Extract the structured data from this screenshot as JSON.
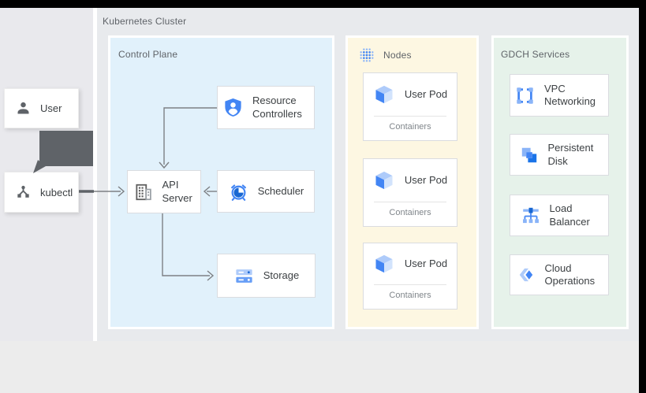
{
  "colors": {
    "frame": "#000000",
    "left_column_bg": "#e9e9ed",
    "cluster_bg": "#e8eaed",
    "control_plane_bg": "#e1f1fb",
    "nodes_bg": "#fdf7e2",
    "gdch_bg": "#e6f2ea",
    "footer_bg": "#ececec",
    "accent_blue": "#4285f4",
    "arrow_gray": "#7d8084",
    "thick_arrow_gray": "#5f6368"
  },
  "external": {
    "user": {
      "label": "User",
      "icon": "person-icon"
    },
    "kubectl": {
      "label": "kubectl",
      "icon": "fork-nodes-icon"
    }
  },
  "cluster": {
    "title": "Kubernetes Cluster",
    "control_plane": {
      "title": "Control Plane",
      "resource_controllers": {
        "label": "Resource Controllers",
        "icon": "shield-person-icon"
      },
      "api_server": {
        "label": "API Server",
        "icon": "building-icon"
      },
      "scheduler": {
        "label": "Scheduler",
        "icon": "alarm-clock-icon"
      },
      "storage": {
        "label": "Storage",
        "icon": "stacked-disks-icon"
      }
    },
    "nodes": {
      "title": "Nodes",
      "icon": "dot-grid-icon",
      "pods": [
        {
          "label": "User Pod",
          "sublabel": "Containers",
          "icon": "cube-icon"
        },
        {
          "label": "User Pod",
          "sublabel": "Containers",
          "icon": "cube-icon"
        },
        {
          "label": "User Pod",
          "sublabel": "Containers",
          "icon": "cube-icon"
        }
      ]
    },
    "gdch": {
      "title": "GDCH Services",
      "items": [
        {
          "label": "VPC Networking",
          "icon": "vpc-corners-icon"
        },
        {
          "label": "Persistent Disk",
          "icon": "layered-disk-icon"
        },
        {
          "label": "Load Balancer",
          "icon": "balancer-tree-icon"
        },
        {
          "label": "Cloud Operations",
          "icon": "cloud-ops-icon"
        }
      ]
    }
  }
}
